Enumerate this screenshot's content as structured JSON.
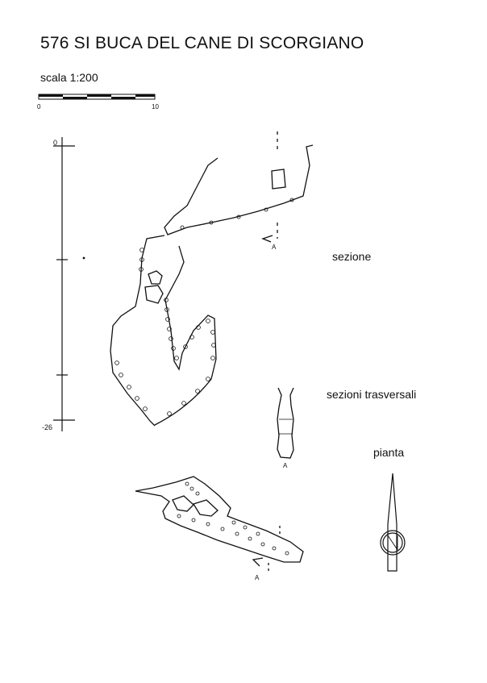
{
  "header": {
    "title": "576 SI  BUCA DEL CANE DI SCORGIANO",
    "scale_label": "scala 1:200"
  },
  "scale_bar": {
    "left_label": "0",
    "right_label": "10"
  },
  "depth_axis": {
    "top_label": "0",
    "bottom_label": "-26"
  },
  "labels": {
    "section": "sezione",
    "cross_sections": "sezioni trasversali",
    "plan": "pianta",
    "marker_a_section": "A",
    "marker_a_cross": "A",
    "marker_a_plan": "A",
    "north": "N"
  },
  "colors": {
    "ink": "#111111",
    "paper": "#ffffff"
  }
}
